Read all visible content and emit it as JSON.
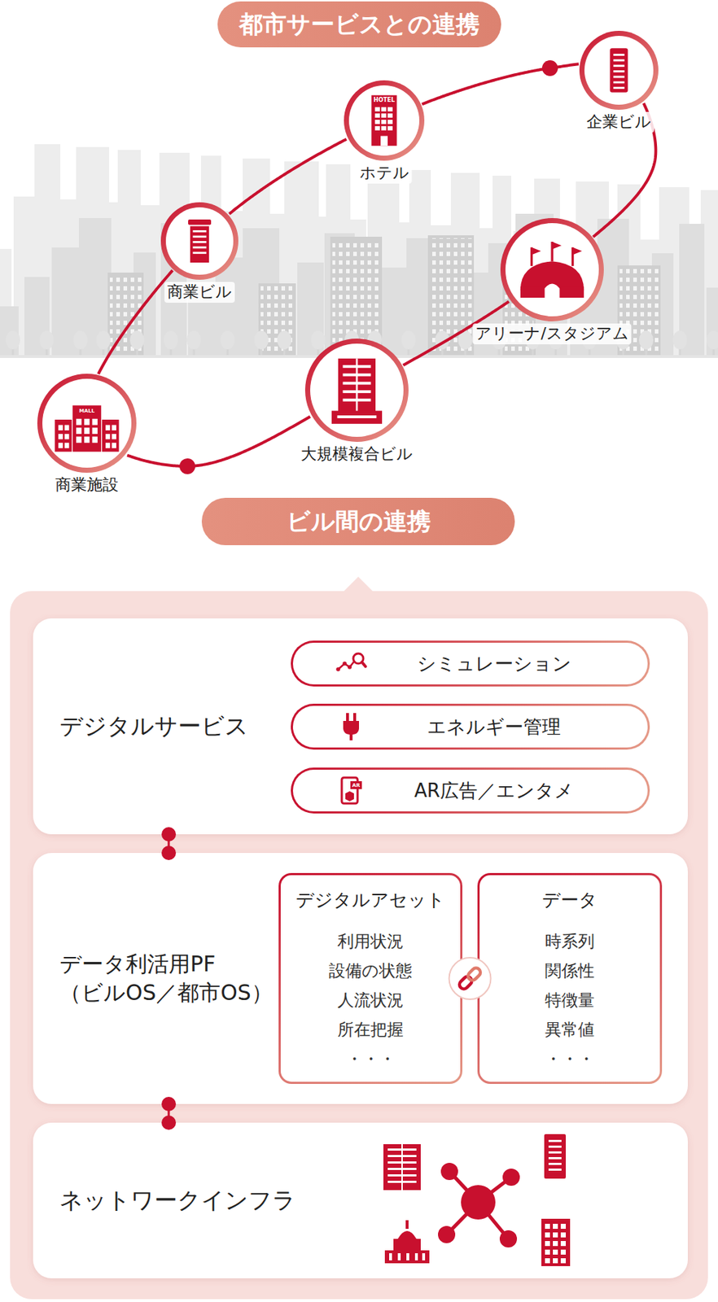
{
  "diagram": {
    "nodes": [
      {
        "text": [
          "都市サービスとの連携"
        ]
      },
      {
        "text": [
          "企業ビル"
        ]
      },
      {
        "text": [
          "ホテル"
        ]
      },
      {
        "text": [
          "商業ビル"
        ]
      },
      {
        "text": [
          "アリーナ/スタジアム"
        ]
      },
      {
        "text": [
          "商業施設"
        ]
      },
      {
        "text": [
          "大規模複合ビル"
        ]
      },
      {
        "text": [
          "ビル間の連携"
        ]
      },
      {
        "text": [
          "デジタルサービス"
        ]
      },
      {
        "text": [
          "シミュレーション"
        ],
        "in": 8
      },
      {
        "text": [
          "エネルギー管理"
        ],
        "in": 8
      },
      {
        "text": [
          "AR広告／エンタメ"
        ],
        "in": 8
      },
      {
        "text": [
          "データ利活用PF",
          "（ビルOS／都市OS）"
        ]
      },
      {
        "text": [
          "デジタルアセット",
          "利用状況",
          "設備の状態",
          "人流状況",
          "所在把握",
          "・・・"
        ],
        "in": 12
      },
      {
        "text": [
          "データ",
          "時系列",
          "関係性",
          "特徴量",
          "異常値",
          "・・・"
        ],
        "in": 12
      },
      {
        "text": [
          "ネットワークインフラ"
        ]
      }
    ],
    "edges": [
      {
        "from": 5,
        "to": 3,
        "arrow": "none"
      },
      {
        "from": 3,
        "to": 2,
        "arrow": "none"
      },
      {
        "from": 2,
        "to": 1,
        "arrow": "none"
      },
      {
        "from": 1,
        "to": 4,
        "arrow": "none"
      },
      {
        "from": 4,
        "to": 6,
        "arrow": "none"
      },
      {
        "from": 6,
        "to": 5,
        "arrow": "none"
      },
      {
        "from": 8,
        "to": 12,
        "arrow": "none"
      },
      {
        "from": 12,
        "to": 15,
        "arrow": "none"
      },
      {
        "from": 13,
        "to": 14,
        "arrow": "none"
      }
    ],
    "labels": [
      "HOTEL",
      "MALL",
      "AR"
    ]
  }
}
